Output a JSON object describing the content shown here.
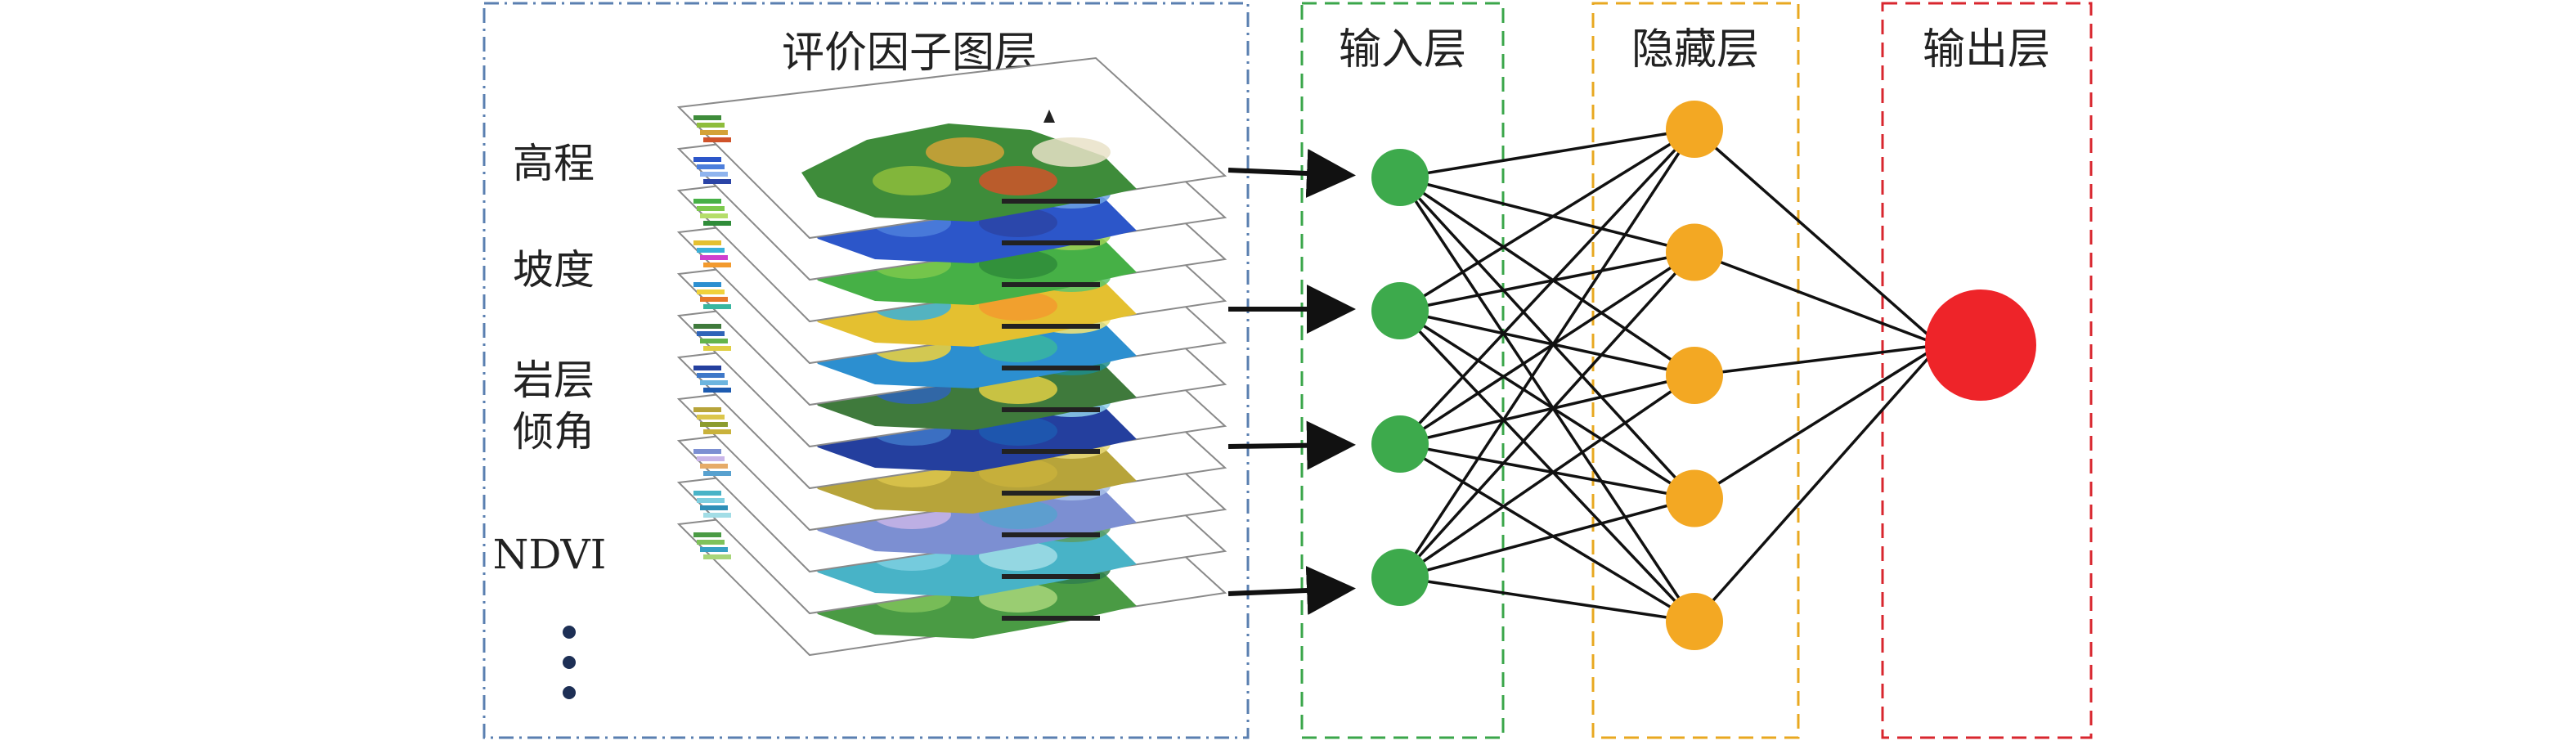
{
  "factor_panel": {
    "title": "评价因子图层",
    "factors": [
      "高程",
      "坡度",
      "岩层",
      "倾角",
      "NDVI"
    ],
    "ellipsis_dots": 3,
    "map_layers": 11
  },
  "network": {
    "input_label": "输入层",
    "hidden_label": "隐藏层",
    "output_label": "输出层",
    "input_nodes": 4,
    "hidden_nodes": 5,
    "output_nodes": 1
  },
  "colors": {
    "factor_box": "#5a7fb0",
    "input_box": "#3aa64a",
    "hidden_box": "#e8a820",
    "output_box": "#d8262e",
    "input_node": "#3daa4c",
    "hidden_node": "#f3a823",
    "output_node": "#ee2429",
    "connection": "#111111"
  }
}
